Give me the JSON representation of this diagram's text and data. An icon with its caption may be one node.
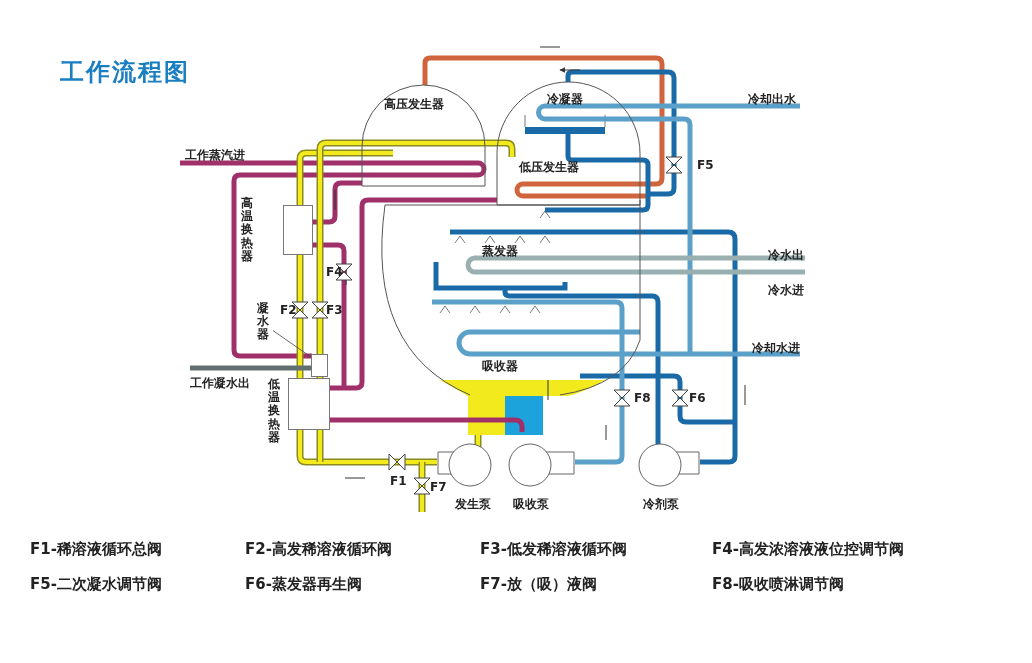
{
  "diagram": {
    "title": "工作流程图",
    "nodes": [
      {
        "text": [
          "高压发生器"
        ]
      },
      {
        "text": [
          "冷凝器",
          "低压发生器"
        ]
      },
      {
        "text": [],
        "shape": "box",
        "beside": [
          "高温换热器"
        ]
      },
      {
        "text": [
          "蒸发器",
          "吸收器"
        ]
      },
      {
        "text": [
          "凝水器"
        ]
      },
      {
        "text": [],
        "shape": "box"
      },
      {
        "text": [],
        "shape": "box",
        "beside": [
          "低温换热器"
        ]
      },
      {
        "text": [],
        "shape": "pump",
        "beside": [
          "发生泵"
        ]
      },
      {
        "text": [],
        "shape": "pump",
        "beside": [
          "吸收泵"
        ]
      },
      {
        "text": [],
        "shape": "pump",
        "beside": [
          "冷剂泵"
        ]
      }
    ],
    "edges": [
      {
        "from": 4,
        "to": 5,
        "arrow": "none"
      }
    ],
    "labels": [
      "工作蒸汽进",
      "冷却出水",
      "F5",
      "冷水出",
      "F4",
      "冷水进",
      "F2",
      "F3",
      "冷却水进",
      "工作凝水出",
      "F8",
      "F6",
      "F1",
      "F7",
      "F1-稀溶液循环总阀",
      "F2-高发稀溶液循环阀",
      "F3-低发稀溶液循环阀",
      "F4-高发浓溶液液位控调节阀",
      "F5-二次凝水调节阀",
      "F6-蒸发器再生阀",
      "F7-放（吸）液阀",
      "F8-吸收喷淋调节阀"
    ]
  }
}
